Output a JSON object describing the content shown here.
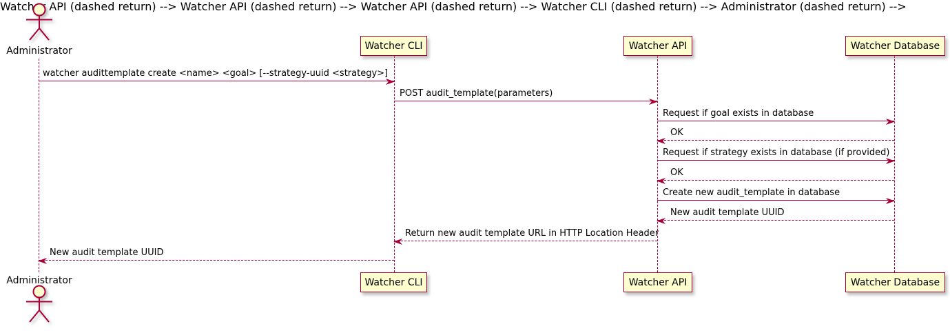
{
  "diagram": {
    "kind": "uml-sequence-diagram",
    "tool_style": "plantuml"
  },
  "colors": {
    "participant_fill": "#FEFECE",
    "line_and_border": "#A80036",
    "text": "#000000",
    "background": "#FFFFFF",
    "shadow": "#8C8C8C"
  },
  "actor": {
    "name": "Administrator"
  },
  "participants": [
    {
      "name": "Watcher CLI"
    },
    {
      "name": "Watcher API"
    },
    {
      "name": "Watcher Database"
    }
  ],
  "messages": [
    {
      "from": "Administrator",
      "to": "Watcher CLI",
      "style": "solid",
      "text": "watcher audittemplate create <name> <goal> [--strategy-uuid <strategy>]"
    },
    {
      "from": "Watcher CLI",
      "to": "Watcher API",
      "style": "solid",
      "text": "POST audit_template(parameters)"
    },
    {
      "from": "Watcher API",
      "to": "Watcher Database",
      "style": "solid",
      "text": "Request if goal exists in database"
    },
    {
      "from": "Watcher Database",
      "to": "Watcher API",
      "style": "dashed",
      "text": "OK"
    },
    {
      "from": "Watcher API",
      "to": "Watcher Database",
      "style": "solid",
      "text": "Request if strategy exists in database (if provided)"
    },
    {
      "from": "Watcher Database",
      "to": "Watcher API",
      "style": "dashed",
      "text": "OK"
    },
    {
      "from": "Watcher API",
      "to": "Watcher Database",
      "style": "solid",
      "text": "Create new audit_template in database"
    },
    {
      "from": "Watcher Database",
      "to": "Watcher API",
      "style": "dashed",
      "text": "New audit template UUID"
    },
    {
      "from": "Watcher API",
      "to": "Watcher CLI",
      "style": "dashed",
      "text": "Return new audit template URL in HTTP Location Header"
    },
    {
      "from": "Watcher CLI",
      "to": "Administrator",
      "style": "dashed",
      "text": "New audit template UUID"
    }
  ]
}
